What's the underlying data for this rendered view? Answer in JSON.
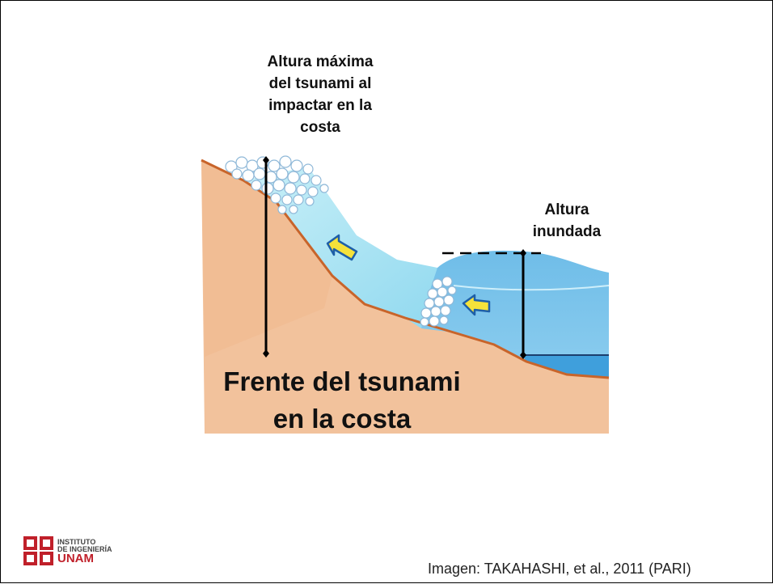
{
  "labels": {
    "max_height_line1": "Altura máxima",
    "max_height_line2": "del tsunami al",
    "max_height_line3": "impactar en la",
    "max_height_line4": "costa",
    "inundated_line1": "Altura",
    "inundated_line2": "inundada",
    "front_line1": "Frente del tsunami",
    "front_line2": "en la costa"
  },
  "caption": "Imagen: TAKAHASHI, et al., 2011 (PARI)",
  "logo": {
    "line1": "INSTITUTO",
    "line2": "DE INGENIERÍA",
    "line3": "UNAM"
  },
  "colors": {
    "land": "#f2c29c",
    "coast_line": "#c8642a",
    "water_light": "#aee3f3",
    "water_dark": "#7cc6ea",
    "arrow_fill": "#f5e23a",
    "arrow_stroke": "#1e5fa8",
    "brand": "#c0202a"
  }
}
